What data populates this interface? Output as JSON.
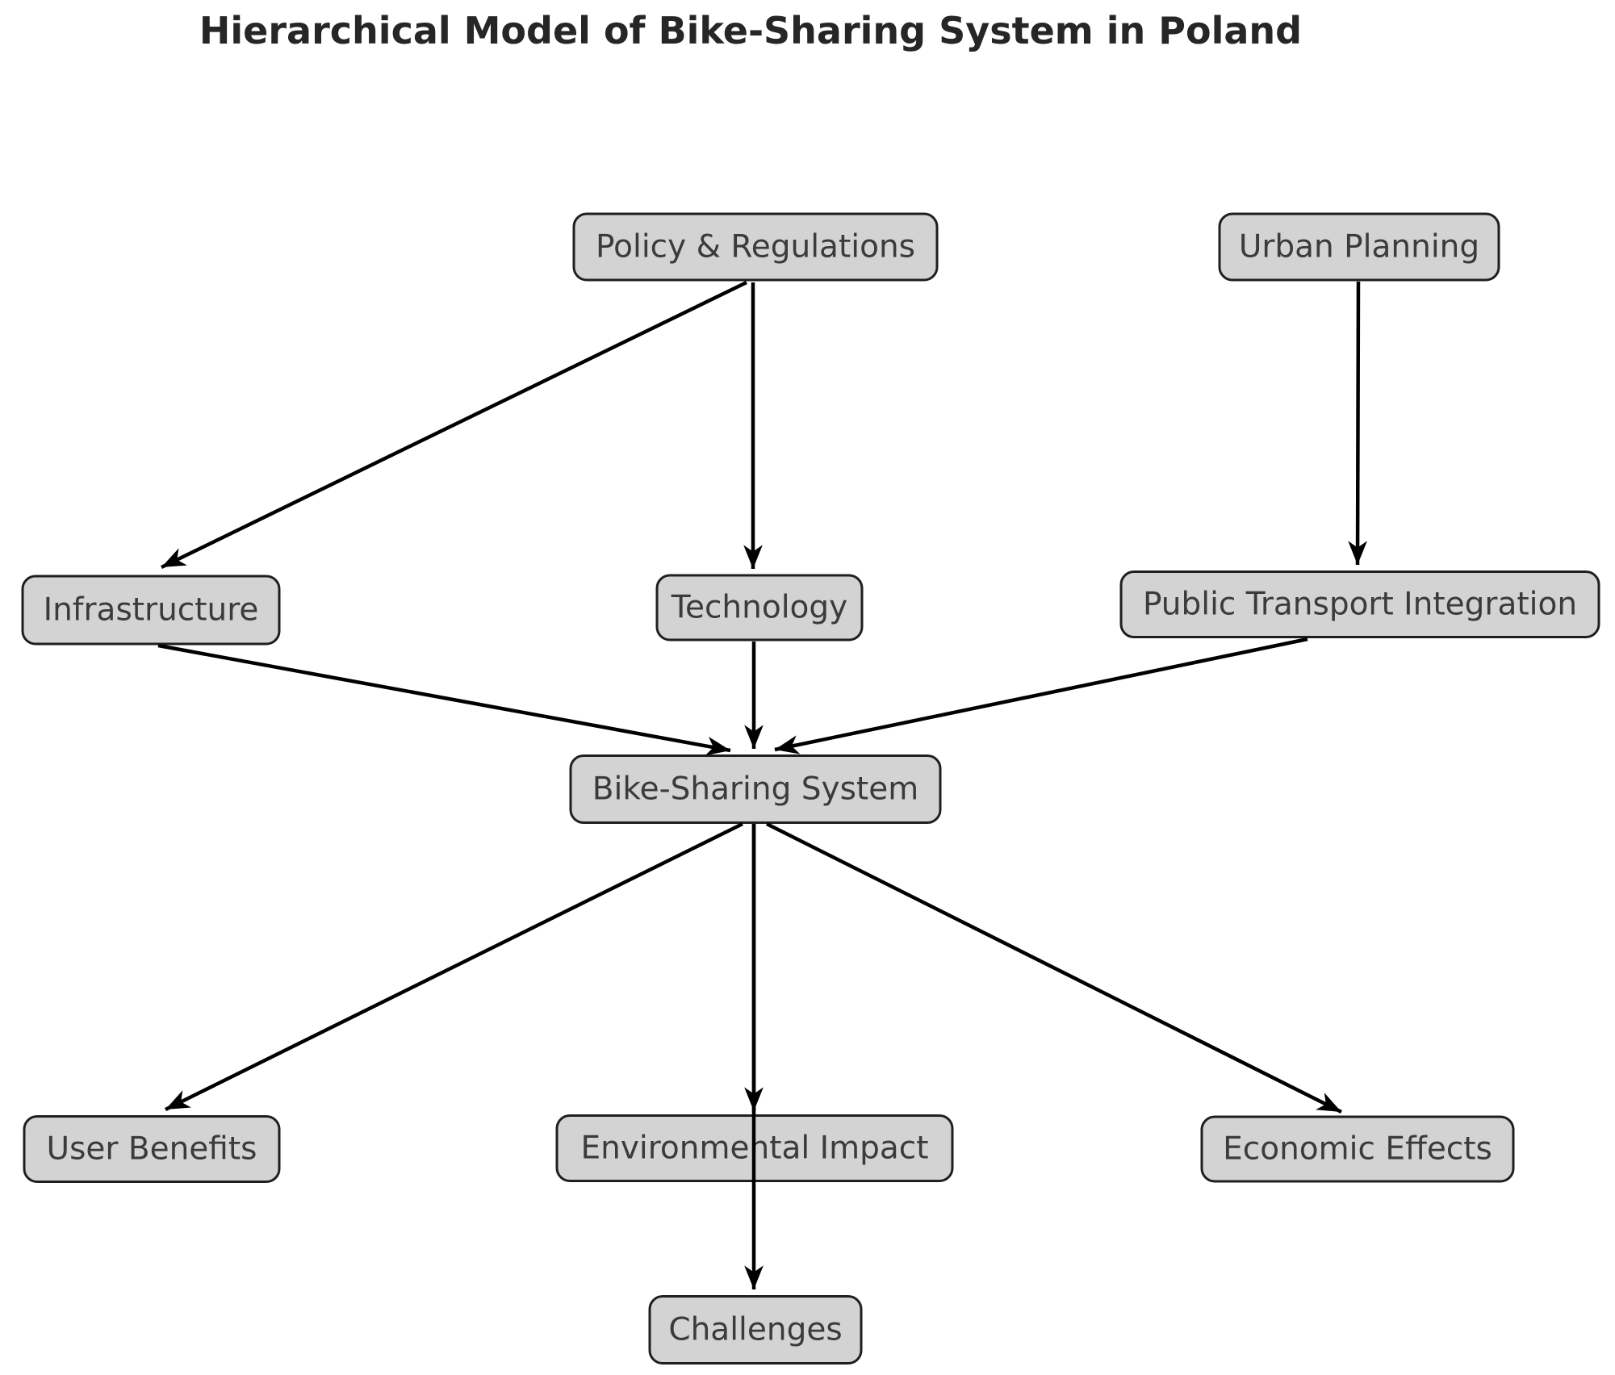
{
  "title": "Hierarchical Model of Bike-Sharing System in Poland",
  "colors": {
    "background": "#ffffff",
    "node_fill": "#d3d3d3",
    "node_border": "#1f1f1f",
    "node_text": "#3b3b3b",
    "edge": "#000000",
    "title_text": "#262626"
  },
  "nodes": [
    {
      "id": "policy",
      "label": "Policy & Regulations"
    },
    {
      "id": "urban",
      "label": "Urban Planning"
    },
    {
      "id": "infrastructure",
      "label": "Infrastructure"
    },
    {
      "id": "technology",
      "label": "Technology"
    },
    {
      "id": "transport",
      "label": "Public Transport Integration"
    },
    {
      "id": "bss",
      "label": "Bike-Sharing System"
    },
    {
      "id": "benefits",
      "label": "User Benefits"
    },
    {
      "id": "environment",
      "label": "Environmental Impact"
    },
    {
      "id": "economic",
      "label": "Economic Effects"
    },
    {
      "id": "challenges",
      "label": "Challenges"
    }
  ],
  "edges": [
    {
      "from": "policy",
      "to": "infrastructure"
    },
    {
      "from": "policy",
      "to": "technology"
    },
    {
      "from": "urban",
      "to": "transport"
    },
    {
      "from": "infrastructure",
      "to": "bss"
    },
    {
      "from": "technology",
      "to": "bss"
    },
    {
      "from": "transport",
      "to": "bss"
    },
    {
      "from": "bss",
      "to": "benefits"
    },
    {
      "from": "bss",
      "to": "environment"
    },
    {
      "from": "bss",
      "to": "economic"
    },
    {
      "from": "bss",
      "to": "challenges"
    }
  ]
}
